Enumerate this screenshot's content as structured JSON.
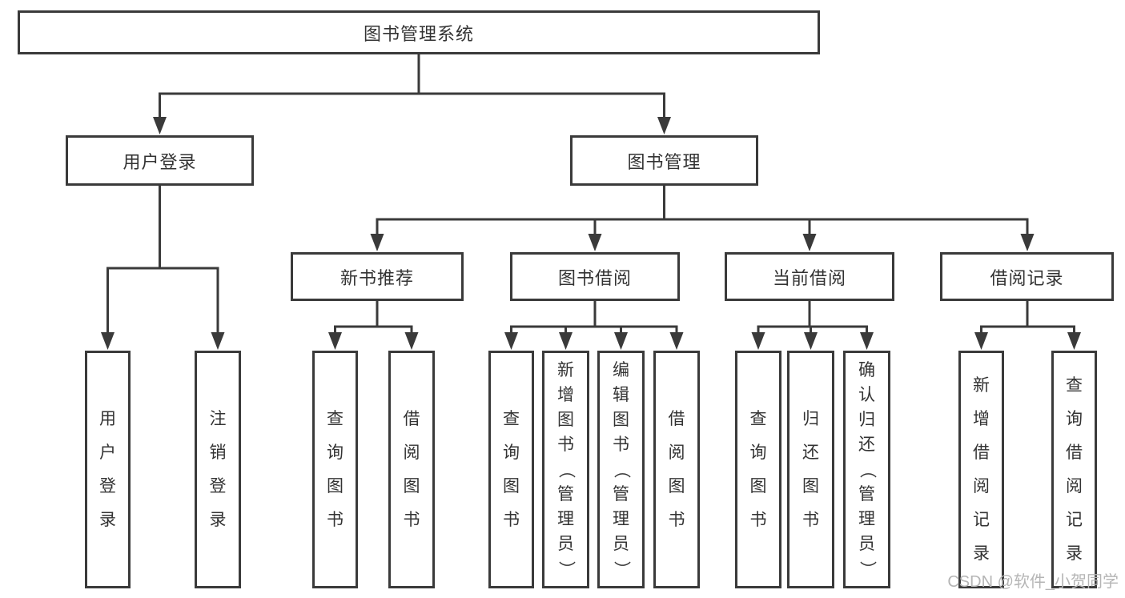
{
  "diagram_title": "图书管理系统",
  "nodes": {
    "root": "图书管理系统",
    "user_login": "用户登录",
    "book_management": "图书管理",
    "new_book_rec": "新书推荐",
    "book_borrow": "图书借阅",
    "current_borrow": "当前借阅",
    "borrow_records": "借阅记录",
    "user_login_leaf": "用户登录",
    "logout_leaf": "注销登录",
    "rec_query_books": "查询图书",
    "rec_borrow_books": "借阅图书",
    "bb_query_books": "查询图书",
    "bb_add_books": "新增图书（管理员）",
    "bb_edit_books": "编辑图书（管理员）",
    "bb_borrow_books": "借阅图书",
    "cb_query_books": "查询图书",
    "cb_return_books": "归还图书",
    "cb_confirm_return": "确认归还（管理员）",
    "br_add_record": "新增借阅记录",
    "br_query_record": "查询借阅记录"
  },
  "hierarchy": {
    "图书管理系统": {
      "用户登录": [
        "用户登录",
        "注销登录"
      ],
      "图书管理": {
        "新书推荐": [
          "查询图书",
          "借阅图书"
        ],
        "图书借阅": [
          "查询图书",
          "新增图书（管理员）",
          "编辑图书（管理员）",
          "借阅图书"
        ],
        "当前借阅": [
          "查询图书",
          "归还图书",
          "确认归还（管理员）"
        ],
        "借阅记录": [
          "新增借阅记录",
          "查询借阅记录"
        ]
      }
    }
  },
  "watermark": {
    "text": "CSDN @软件_小贺同学"
  },
  "colors": {
    "line": "#3a3a3a",
    "text": "#333333",
    "background": "#ffffff",
    "watermark": "#b5b5b5"
  }
}
